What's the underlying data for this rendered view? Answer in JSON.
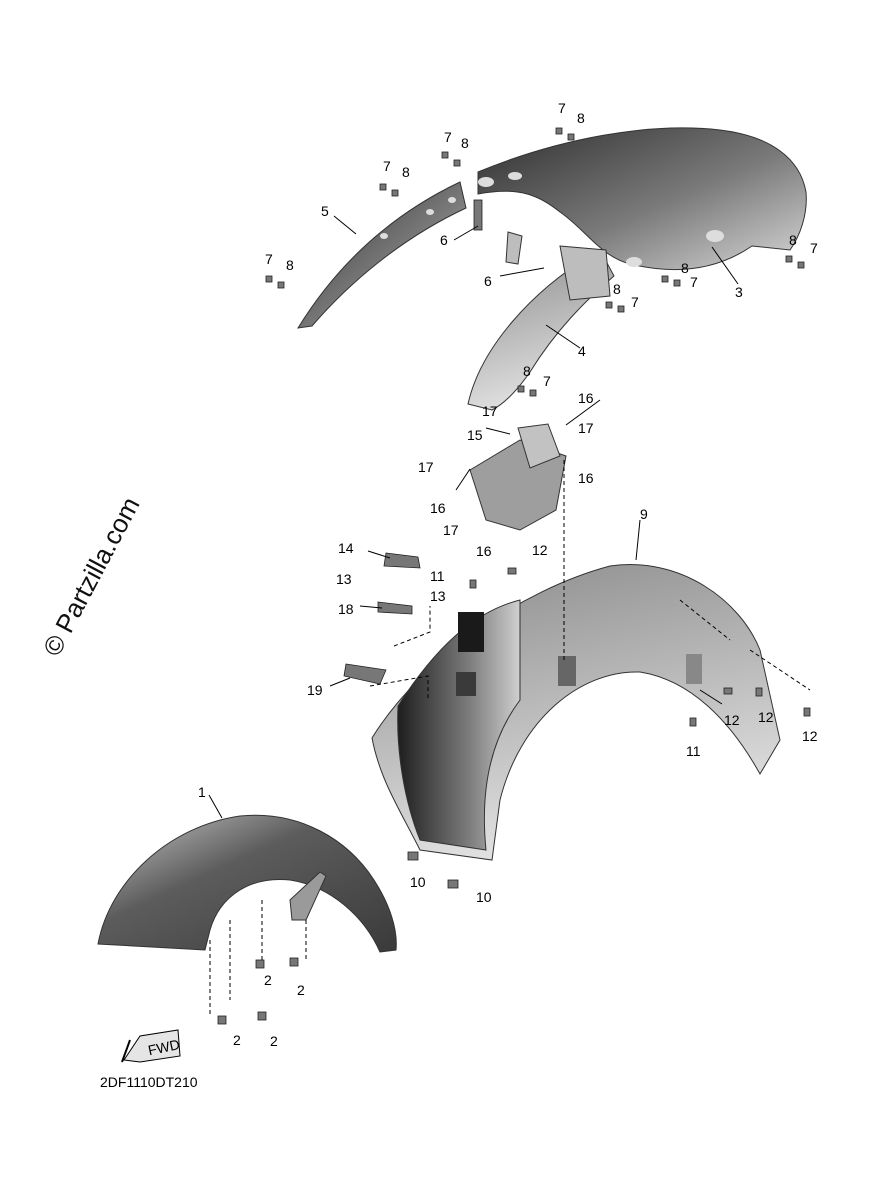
{
  "watermark": "© Partzilla.com",
  "diagram_code": "2DF1110DT210",
  "fwd_label": "FWD",
  "callouts": {
    "c1": "1",
    "c2a": "2",
    "c2b": "2",
    "c2c": "2",
    "c2d": "2",
    "c3": "3",
    "c4": "4",
    "c5": "5",
    "c6a": "6",
    "c6b": "6",
    "c7a": "7",
    "c7b": "7",
    "c7c": "7",
    "c7d": "7",
    "c7e": "7",
    "c7f": "7",
    "c7g": "7",
    "c7h": "7",
    "c8a": "8",
    "c8b": "8",
    "c8c": "8",
    "c8d": "8",
    "c8e": "8",
    "c8f": "8",
    "c8g": "8",
    "c8h": "8",
    "c9": "9",
    "c10a": "10",
    "c10b": "10",
    "c11a": "11",
    "c11b": "11",
    "c12a": "12",
    "c12b": "12",
    "c12c": "12",
    "c12d": "12",
    "c13a": "13",
    "c13b": "13",
    "c14": "14",
    "c15": "15",
    "c16a": "16",
    "c16b": "16",
    "c16c": "16",
    "c16d": "16",
    "c17a": "17",
    "c17b": "17",
    "c17c": "17",
    "c17d": "17",
    "c18": "18",
    "c19": "19"
  },
  "colors": {
    "part_dark": "#3a3a3a",
    "part_mid": "#8a8a8a",
    "part_light": "#c8c8c8",
    "line": "#000000"
  }
}
